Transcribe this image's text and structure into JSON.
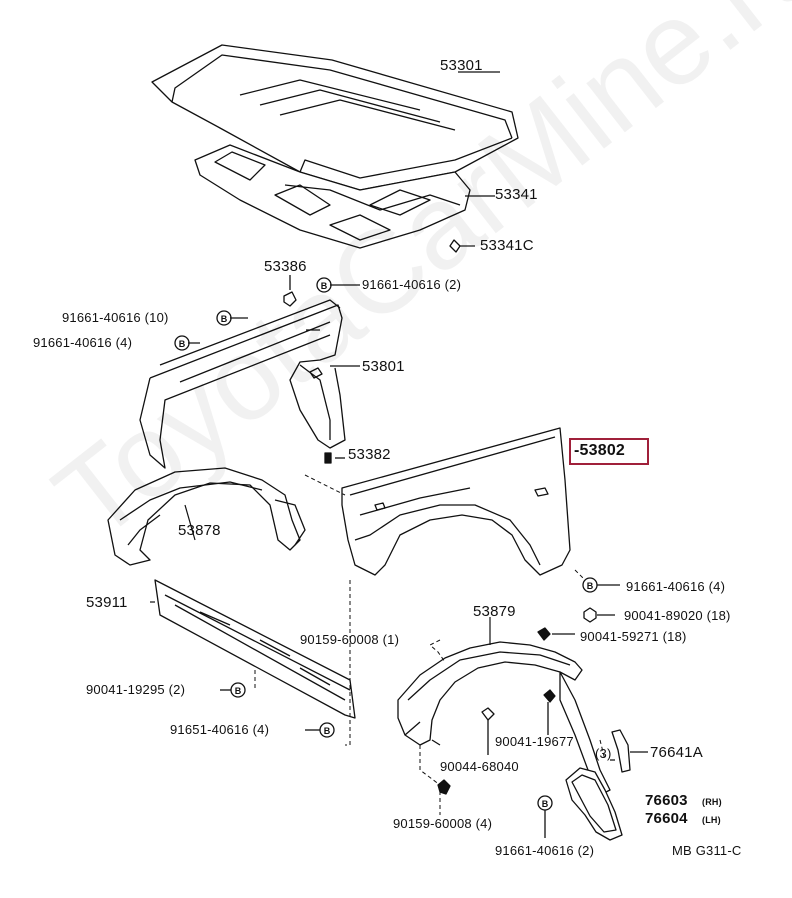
{
  "watermark": "ToyotaCarMine.ru",
  "highlighted_part": "53802",
  "diagram_code": "MB G311-C",
  "labels": {
    "p53301": "53301",
    "p53341": "53341",
    "p53341c": "53341C",
    "p53386": "53386",
    "b91661_2": "91661-40616 (2)",
    "b91661_10": "91661-40616 (10)",
    "b91661_4a": "91661-40616 (4)",
    "p53801": "53801",
    "p53382": "53382",
    "p53802": "-53802",
    "p53878": "53878",
    "b91661_4b": "91661-40616 (4)",
    "p53911": "53911",
    "p53879": "53879",
    "s90041_89020": "90041-89020 (18)",
    "s90041_59271": "90041-59271 (18)",
    "c90159_1": "90159-60008 (1)",
    "b90041_19295": "90041-19295 (2)",
    "b91651_4": "91651-40616 (4)",
    "p90041_19677": "90041-19677",
    "p90044_68040": "90044-68040",
    "q3": "(3)",
    "p76641a": "76641A",
    "p76603": "76603",
    "rh": "(RH)",
    "p76604": "76604",
    "lh": "(LH)",
    "c90159_4": "90159-60008 (4)",
    "b91661_2b": "91661-40616 (2)"
  }
}
